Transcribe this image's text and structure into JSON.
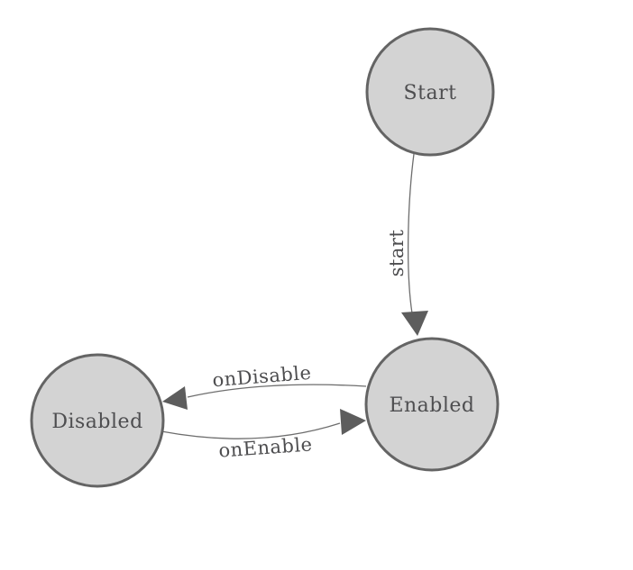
{
  "diagram": {
    "type": "state-machine",
    "background": "#ffffff",
    "colors": {
      "node_fill": "#d3d3d3",
      "node_stroke": "#646464",
      "edge_line": "#6e6e6e",
      "arrowhead": "#5d5d5d",
      "text": "#4e4e50"
    },
    "nodes": [
      {
        "id": "start",
        "label": "Start"
      },
      {
        "id": "enabled",
        "label": "Enabled"
      },
      {
        "id": "disabled",
        "label": "Disabled"
      }
    ],
    "edges": [
      {
        "from": "start",
        "to": "enabled",
        "label": "start"
      },
      {
        "from": "enabled",
        "to": "disabled",
        "label": "onDisable"
      },
      {
        "from": "disabled",
        "to": "enabled",
        "label": "onEnable"
      }
    ]
  }
}
